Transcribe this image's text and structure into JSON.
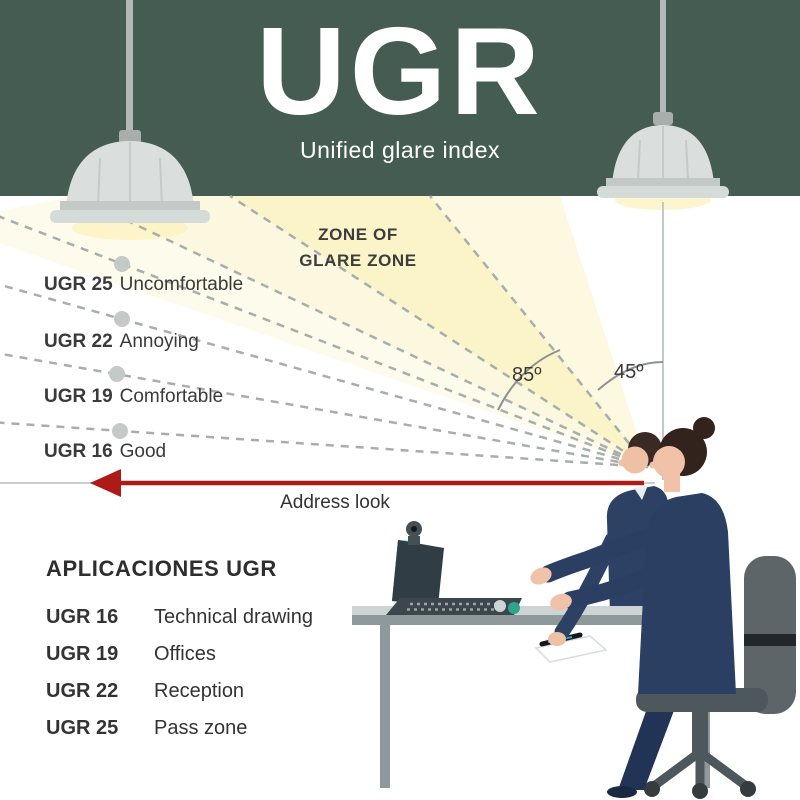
{
  "header": {
    "title": "UGR",
    "subtitle": "Unified glare index"
  },
  "diagram": {
    "zone_label": {
      "line1": "ZONE OF",
      "line2": "GLARE ZONE"
    },
    "scale": [
      {
        "code": "UGR 25",
        "label": "Uncomfortable"
      },
      {
        "code": "UGR 22",
        "label": "Annoying"
      },
      {
        "code": "UGR 19",
        "label": "Comfortable"
      },
      {
        "code": "UGR 16",
        "label": "Good"
      }
    ],
    "angle_outer": "85º",
    "angle_inner": "45º",
    "arrow_label": "Address look"
  },
  "applications": {
    "heading": "APLICACIONES UGR",
    "rows": [
      {
        "code": "UGR 16",
        "label": "Technical drawing"
      },
      {
        "code": "UGR 19",
        "label": "Offices"
      },
      {
        "code": "UGR 22",
        "label": "Reception"
      },
      {
        "code": "UGR 25",
        "label": "Pass zone"
      }
    ]
  },
  "colors": {
    "band": "#445c52",
    "glare_yellow": "#f8eda8",
    "arrow_red": "#ad1a17",
    "ink": "#3a3a3a",
    "navy": "#2b3f63",
    "screen_teal": "#3fae96",
    "lamp_gray": "#dadfdd"
  }
}
